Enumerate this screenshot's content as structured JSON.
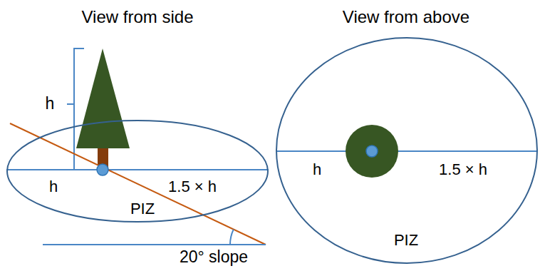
{
  "diagram": {
    "nodes": [
      {
        "text": [
          "h",
          "1.5 × h",
          "PIZ"
        ]
      },
      {
        "text": [
          "h",
          "1.5 × h",
          "PIZ"
        ]
      }
    ],
    "labels": [
      "View from side",
      "View from above",
      "h",
      "20° slope"
    ]
  }
}
